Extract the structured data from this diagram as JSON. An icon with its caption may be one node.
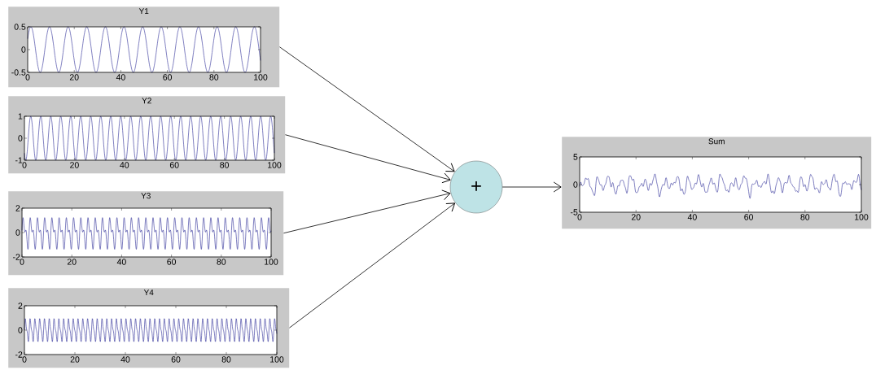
{
  "diagram": {
    "nodes": [
      {
        "text": [
          "Y1"
        ]
      },
      {
        "text": [
          "Y2"
        ]
      },
      {
        "text": [
          "Y3"
        ]
      },
      {
        "text": [
          "Y4"
        ]
      },
      {
        "text": [
          "+"
        ]
      },
      {
        "text": [
          "Sum"
        ]
      }
    ],
    "edges": [
      {
        "from": 0,
        "to": 4,
        "arrow": "to"
      },
      {
        "from": 1,
        "to": 4,
        "arrow": "to"
      },
      {
        "from": 2,
        "to": 4,
        "arrow": "to"
      },
      {
        "from": 3,
        "to": 4,
        "arrow": "to"
      },
      {
        "from": 4,
        "to": 5,
        "arrow": "to"
      }
    ],
    "labels": [
      "0.5",
      "0",
      "-0.5",
      "0",
      "20",
      "40",
      "60",
      "80",
      "100",
      "1",
      "0",
      "-1",
      "0",
      "20",
      "40",
      "60",
      "80",
      "100",
      "2",
      "0",
      "-2",
      "0",
      "20",
      "40",
      "60",
      "80",
      "100",
      "2",
      "0",
      "-2",
      "0",
      "20",
      "40",
      "60",
      "80",
      "100",
      "5",
      "0",
      "-5",
      "0",
      "20",
      "40",
      "60",
      "80",
      "100"
    ]
  }
}
